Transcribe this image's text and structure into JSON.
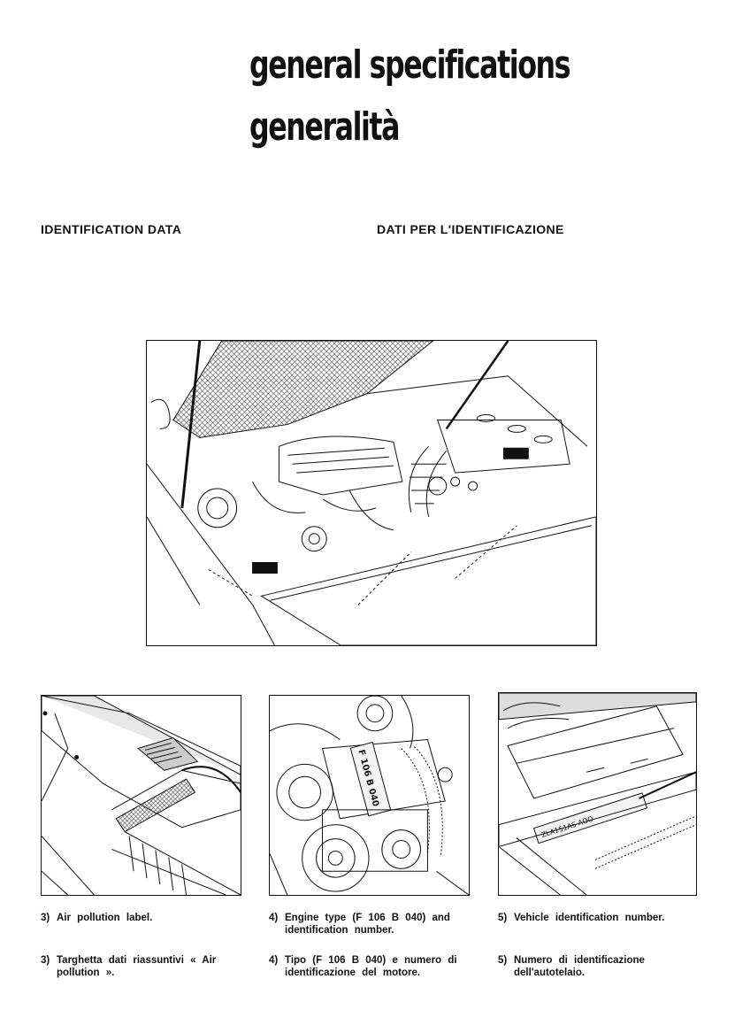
{
  "titles": {
    "english": "general specifications",
    "italian": "generalità"
  },
  "sections": {
    "english_heading": "IDENTIFICATION DATA",
    "italian_heading": "DATI PER L'IDENTIFICAZIONE"
  },
  "figure_labels": {
    "label_fig4": "F 106 B 040",
    "label_fig5": "ZLA151AS AOO"
  },
  "captions_en": [
    {
      "number": "3)",
      "text": "Air pollution label."
    },
    {
      "number": "4)",
      "text": "Engine type (F 106 B 040) and identification number."
    },
    {
      "number": "5)",
      "text": "Vehicle identification number."
    }
  ],
  "captions_it": [
    {
      "number": "3)",
      "text": "Targhetta dati riassuntivi « Air pollution »."
    },
    {
      "number": "4)",
      "text": "Tipo (F 106 B 040) e numero di identificazione del motore."
    },
    {
      "number": "5)",
      "text": "Numero di identificazione dell'autotelaio."
    }
  ],
  "colors": {
    "ink": "#111111",
    "paper": "#ffffff"
  }
}
